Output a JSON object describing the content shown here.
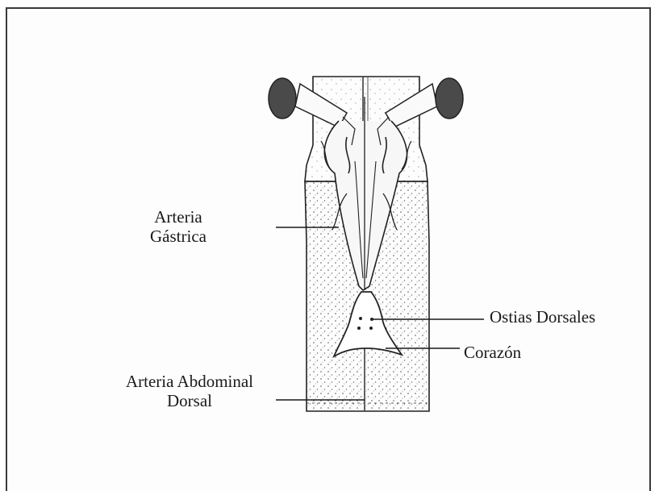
{
  "labels": {
    "arteria_gastrica_line1": "Arteria",
    "arteria_gastrica_line2": "Gástrica",
    "ostias_dorsales": "Ostias Dorsales",
    "corazon": "Corazón",
    "arteria_abdominal_line1": "Arteria Abdominal",
    "arteria_abdominal_line2": "Dorsal"
  },
  "colors": {
    "ink": "#1a1a1a",
    "stipple": "#555555",
    "frame": "#3a3a3a",
    "eye": "#4a4a4a"
  }
}
